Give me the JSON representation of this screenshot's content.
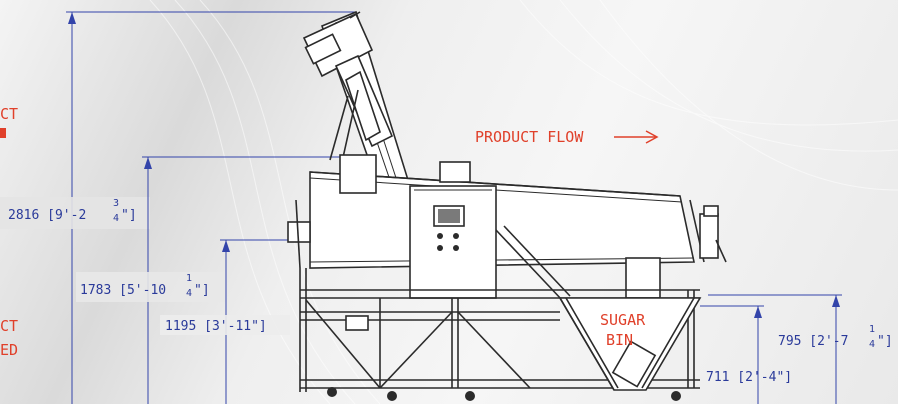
{
  "labels": {
    "product_flow": "PRODUCT FLOW",
    "sugar_line1": "SUGAR",
    "sugar_line2": "BIN",
    "left_top_frag": "CT",
    "left_bottom_frag1": "CT",
    "left_bottom_frag2": "ED"
  },
  "dimensions": {
    "overall_height": {
      "main": "2816 [9'-2",
      "num": "3",
      "den": "4",
      "tail": "\"]"
    },
    "conveyor_height": {
      "main": "1783 [5'-10",
      "num": "1",
      "den": "4",
      "tail": "\"]"
    },
    "frame_height": {
      "text": "1195 [3'-11\"]"
    },
    "discharge_height": {
      "main": "795 [2'-7",
      "num": "1",
      "den": "4",
      "tail": "\"]"
    },
    "bin_height": {
      "text": "711 [2'-4\"]"
    }
  },
  "colors": {
    "dimension": "#2a3a9a",
    "annotation": "#e0402a",
    "machine_line": "#2b2b2b"
  }
}
